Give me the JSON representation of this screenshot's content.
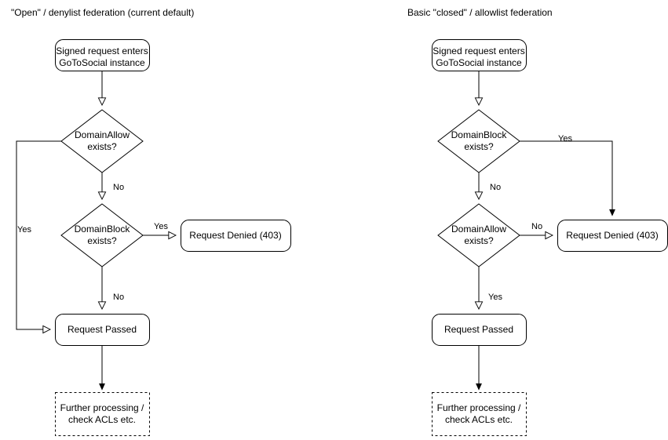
{
  "columns": [
    {
      "id": "open-denylist",
      "title": "\"Open\" / denylist federation (current default)",
      "nodes": {
        "entry": "Signed request enters\nGoToSocial instance",
        "decision1": "DomainAllow\nexists?",
        "decision2": "DomainBlock\nexists?",
        "denied": "Request Denied (403)",
        "passed": "Request Passed",
        "further": "Further processing /\ncheck ACLs etc."
      },
      "edge_labels": {
        "d1_yes": "Yes",
        "d1_no": "No",
        "d2_yes": "Yes",
        "d2_no": "No"
      }
    },
    {
      "id": "closed-allowlist",
      "title": "Basic \"closed\" / allowlist federation",
      "nodes": {
        "entry": "Signed request enters\nGoToSocial instance",
        "decision1": "DomainBlock\nexists?",
        "decision2": "DomainAllow\nexists?",
        "denied": "Request Denied (403)",
        "passed": "Request Passed",
        "further": "Further processing /\ncheck ACLs etc."
      },
      "edge_labels": {
        "d1_yes": "Yes",
        "d1_no": "No",
        "d2_no": "No",
        "d2_yes": "Yes"
      }
    }
  ],
  "style": {
    "stroke": "#000000",
    "fill": "#ffffff",
    "text": "#000000"
  }
}
